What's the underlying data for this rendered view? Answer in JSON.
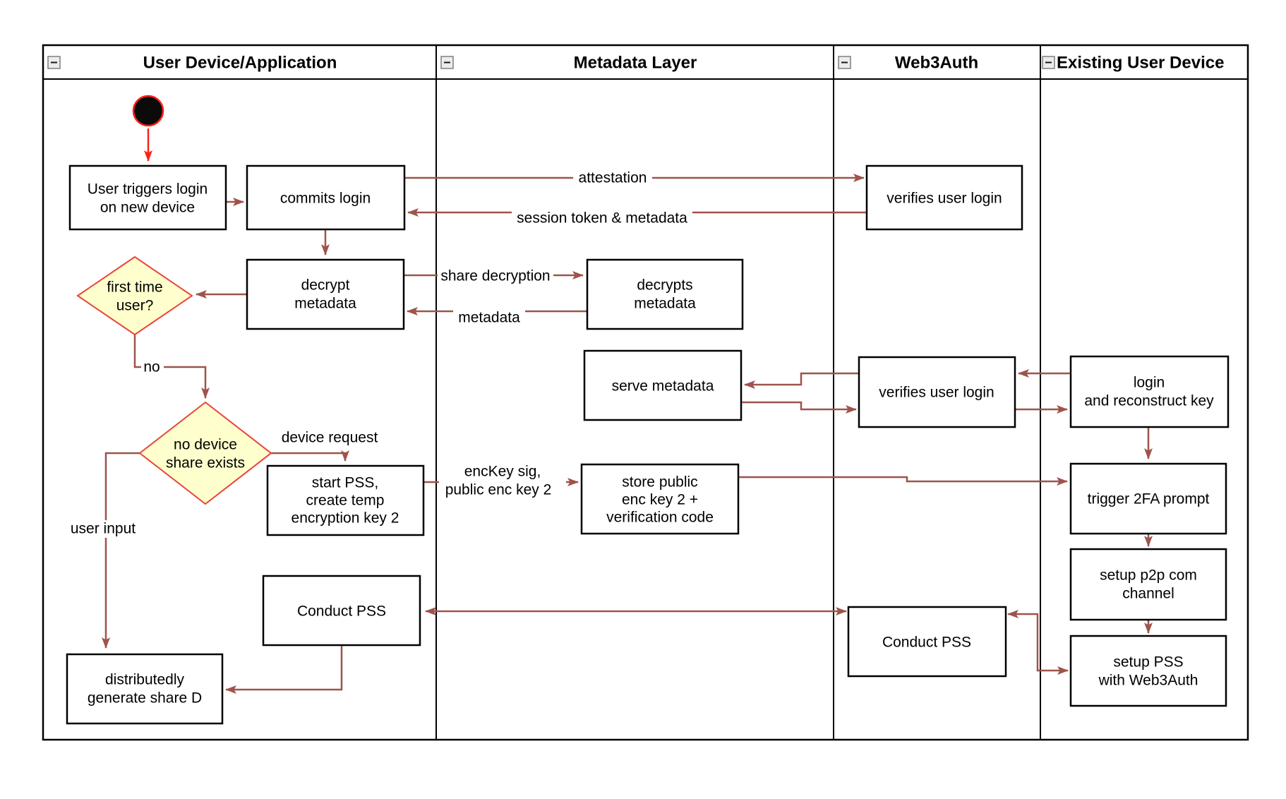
{
  "lanes": [
    {
      "title": "User Device/Application"
    },
    {
      "title": "Metadata Layer"
    },
    {
      "title": "Web3Auth"
    },
    {
      "title": "Existing User Device"
    }
  ],
  "nodes": {
    "user_triggers_login": {
      "lines": [
        "User triggers login",
        "on new device"
      ]
    },
    "commits_login": {
      "lines": [
        "commits login"
      ]
    },
    "decrypt_metadata": {
      "lines": [
        "decrypt",
        "metadata"
      ]
    },
    "first_time_user": {
      "lines": [
        "first time",
        "user?"
      ]
    },
    "no_device_share_exists": {
      "lines": [
        "no device",
        "share exists"
      ]
    },
    "start_pss": {
      "lines": [
        "start PSS,",
        "create temp",
        "encryption key 2"
      ]
    },
    "conduct_pss_user": {
      "lines": [
        "Conduct PSS"
      ]
    },
    "distributedly_generate": {
      "lines": [
        "distributedly",
        "generate share D"
      ]
    },
    "decrypts_metadata": {
      "lines": [
        "decrypts",
        "metadata"
      ]
    },
    "serve_metadata": {
      "lines": [
        "serve metadata"
      ]
    },
    "store_public": {
      "lines": [
        "store public",
        "enc key 2 +",
        "verification code"
      ]
    },
    "verifies_user_login_top": {
      "lines": [
        "verifies user login"
      ]
    },
    "verifies_user_login_mid": {
      "lines": [
        "verifies user login"
      ]
    },
    "conduct_pss_web3auth": {
      "lines": [
        "Conduct PSS"
      ]
    },
    "login_reconstruct": {
      "lines": [
        "login",
        "and reconstruct key"
      ]
    },
    "trigger_2fa": {
      "lines": [
        "trigger 2FA prompt"
      ]
    },
    "setup_p2p": {
      "lines": [
        "setup p2p com",
        "channel"
      ]
    },
    "setup_pss": {
      "lines": [
        "setup PSS",
        "with Web3Auth"
      ]
    }
  },
  "edge_labels": {
    "attestation": "attestation",
    "session_token": "session token & metadata",
    "share_decryption": "share decryption",
    "metadata": "metadata",
    "no": "no",
    "device_request": "device request",
    "user_input": "user input",
    "enckey_line1": "encKey sig,",
    "enckey_line2": "public enc key 2"
  },
  "colors": {
    "arrow": "#9E534B",
    "start_arrow": "#FF2015",
    "diamond_fill": "#FFFFCD",
    "diamond_stroke": "#E8453C",
    "node_stroke": "#000000",
    "node_fill": "#FFFFFF",
    "background": "#FFFFFF"
  }
}
